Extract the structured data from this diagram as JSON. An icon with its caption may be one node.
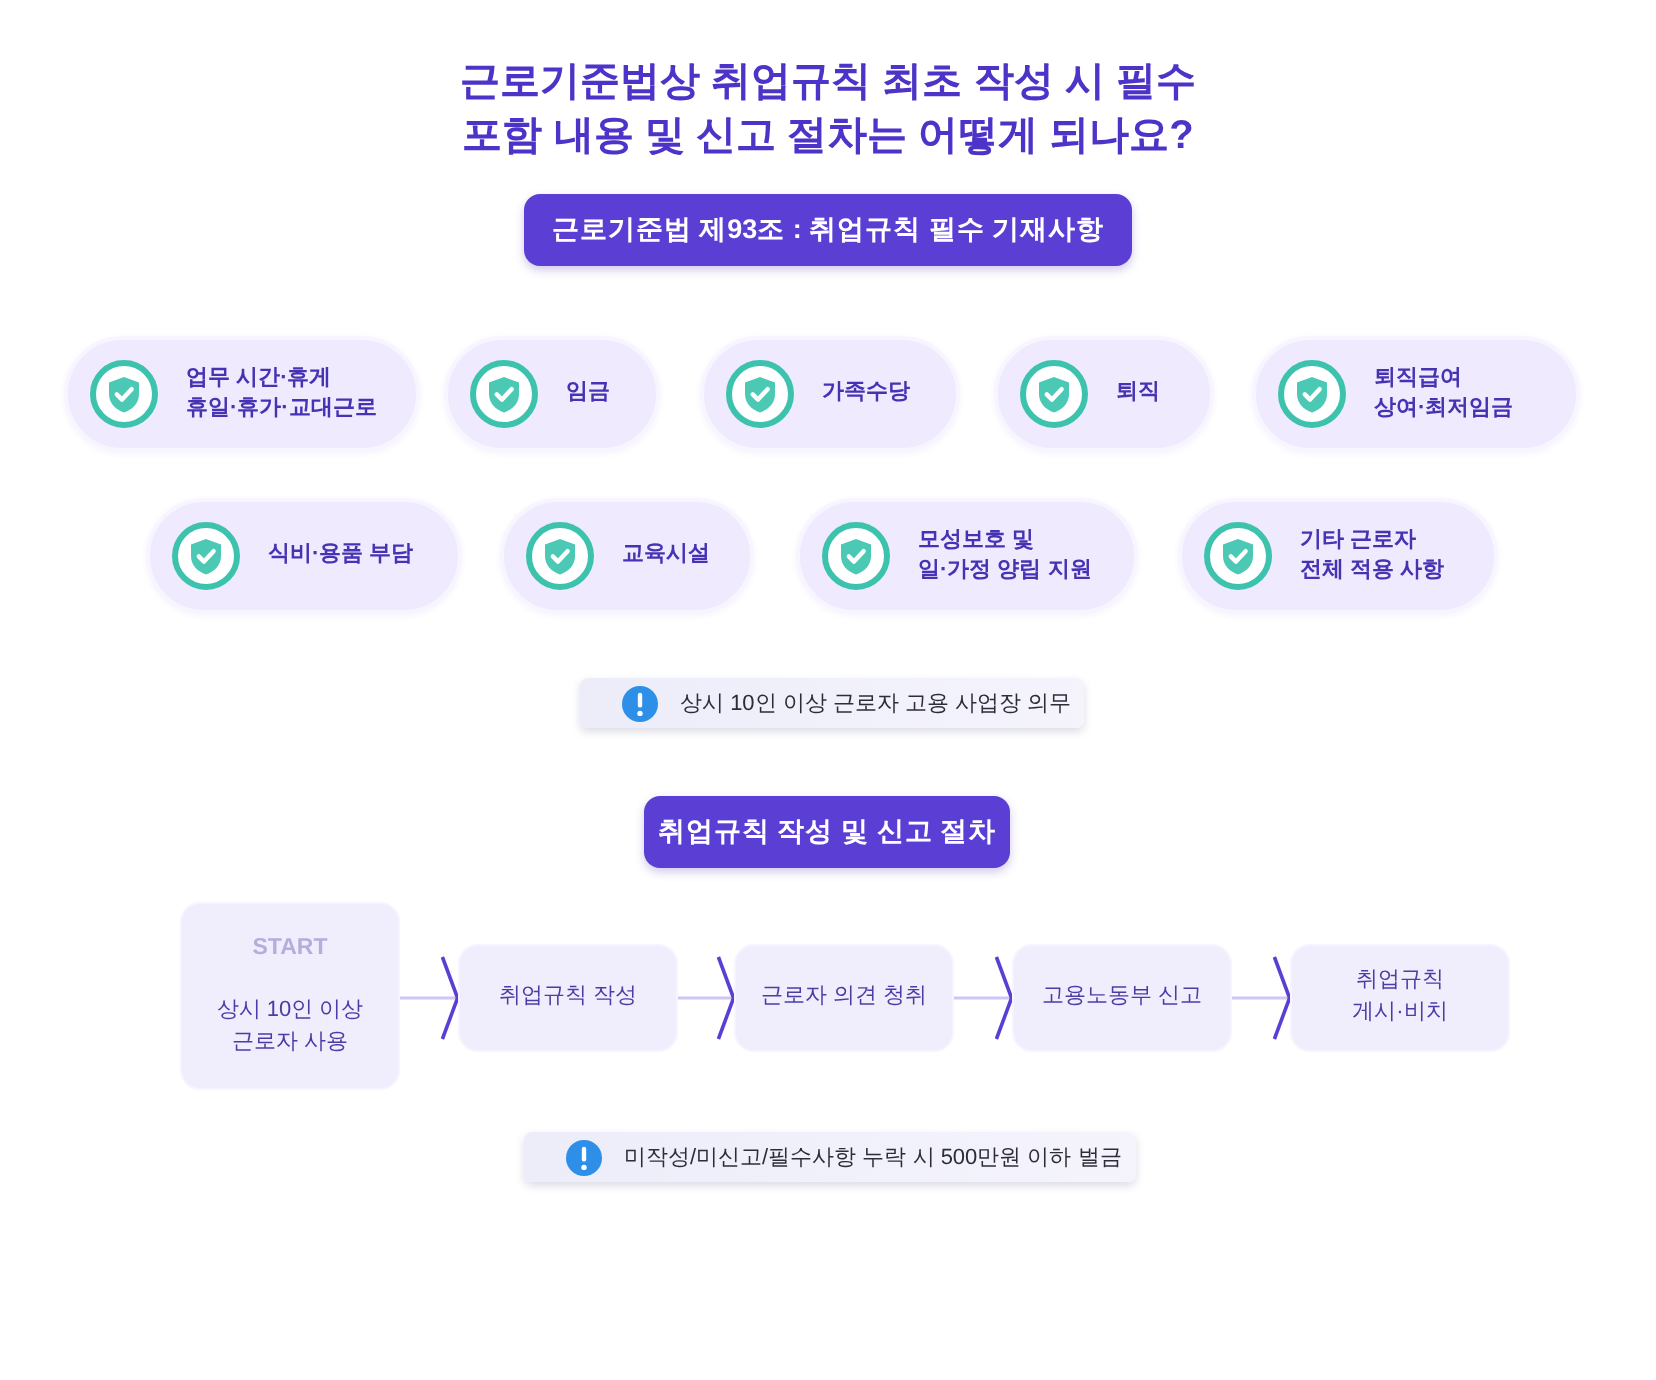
{
  "diagram": {
    "title": "근로기준법상 취업규칙 최초 작성 시 필수 포함 내용 및 신고 절차는 어떻게 되나요?",
    "nodes": [
      {
        "text": [
          "근로기준법 제93조 : 취업규칙 필수 기재사항"
        ]
      },
      {
        "text": [
          "업무 시간·휴게 휴일·휴가·교대근로"
        ]
      },
      {
        "text": [
          "임금"
        ]
      },
      {
        "text": [
          "가족수당"
        ]
      },
      {
        "text": [
          "퇴직"
        ]
      },
      {
        "text": [
          "퇴직급여 상여·최저임금"
        ]
      },
      {
        "text": [
          "식비·용품 부담"
        ]
      },
      {
        "text": [
          "교육시설"
        ]
      },
      {
        "text": [
          "모성보호 및 일·가정 양립 지원"
        ]
      },
      {
        "text": [
          "기타 근로자 전체 적용 사항"
        ]
      },
      {
        "text": [
          "상시 10인 이상 근로자 고용 사업장 의무"
        ]
      },
      {
        "text": [
          "취업규칙 작성 및 신고 절차"
        ]
      },
      {
        "text": [
          "START",
          "상시 10인 이상 근로자 사용"
        ]
      },
      {
        "text": [
          "취업규칙 작성"
        ]
      },
      {
        "text": [
          "근로자 의견 청취"
        ]
      },
      {
        "text": [
          "고용노동부 신고"
        ]
      },
      {
        "text": [
          "취업규칙 게시·비치"
        ]
      },
      {
        "text": [
          "미작성/미신고/필수사항 누락 시 500만원 이하 벌금"
        ]
      }
    ],
    "edges": [
      {
        "from": 12,
        "to": 13,
        "arrow": "to"
      },
      {
        "from": 13,
        "to": 14,
        "arrow": "to"
      },
      {
        "from": 14,
        "to": 15,
        "arrow": "to"
      },
      {
        "from": 15,
        "to": 16,
        "arrow": "to"
      }
    ]
  }
}
